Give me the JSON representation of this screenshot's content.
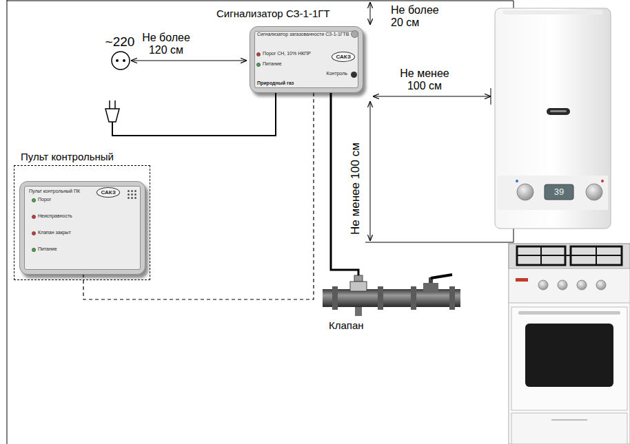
{
  "diagram": {
    "nodes": [
      {
        "text": [
          "Сигнализатор СЗ-1-1ГТ",
          "Сигнализатор загазованности СЗ-1-1ГТВ",
          "Порог СН, 10% НКПР",
          "Питание",
          "САКЗ",
          "Контроль",
          "Природный газ"
        ]
      },
      {
        "text": [
          "~220"
        ]
      },
      {
        "text": [
          "Пульт контрольный"
        ]
      },
      {
        "text": [
          "Пульт контрольный ПК",
          "Порог",
          "Неисправность",
          "Клапан закрыт",
          "Питание",
          "САКЗ"
        ],
        "in": 2
      },
      {
        "text": [
          "Клапан"
        ]
      }
    ],
    "edges": [
      {
        "from": 1,
        "to": 0,
        "arrow": "none"
      },
      {
        "from": 0,
        "to": 3,
        "arrow": "none"
      },
      {
        "from": 0,
        "to": 4,
        "arrow": "none"
      }
    ],
    "labels": [
      "Не более 120 см",
      "Не более 20 см",
      "Не менее 100 см",
      "Не менее 100 см",
      "39"
    ]
  }
}
